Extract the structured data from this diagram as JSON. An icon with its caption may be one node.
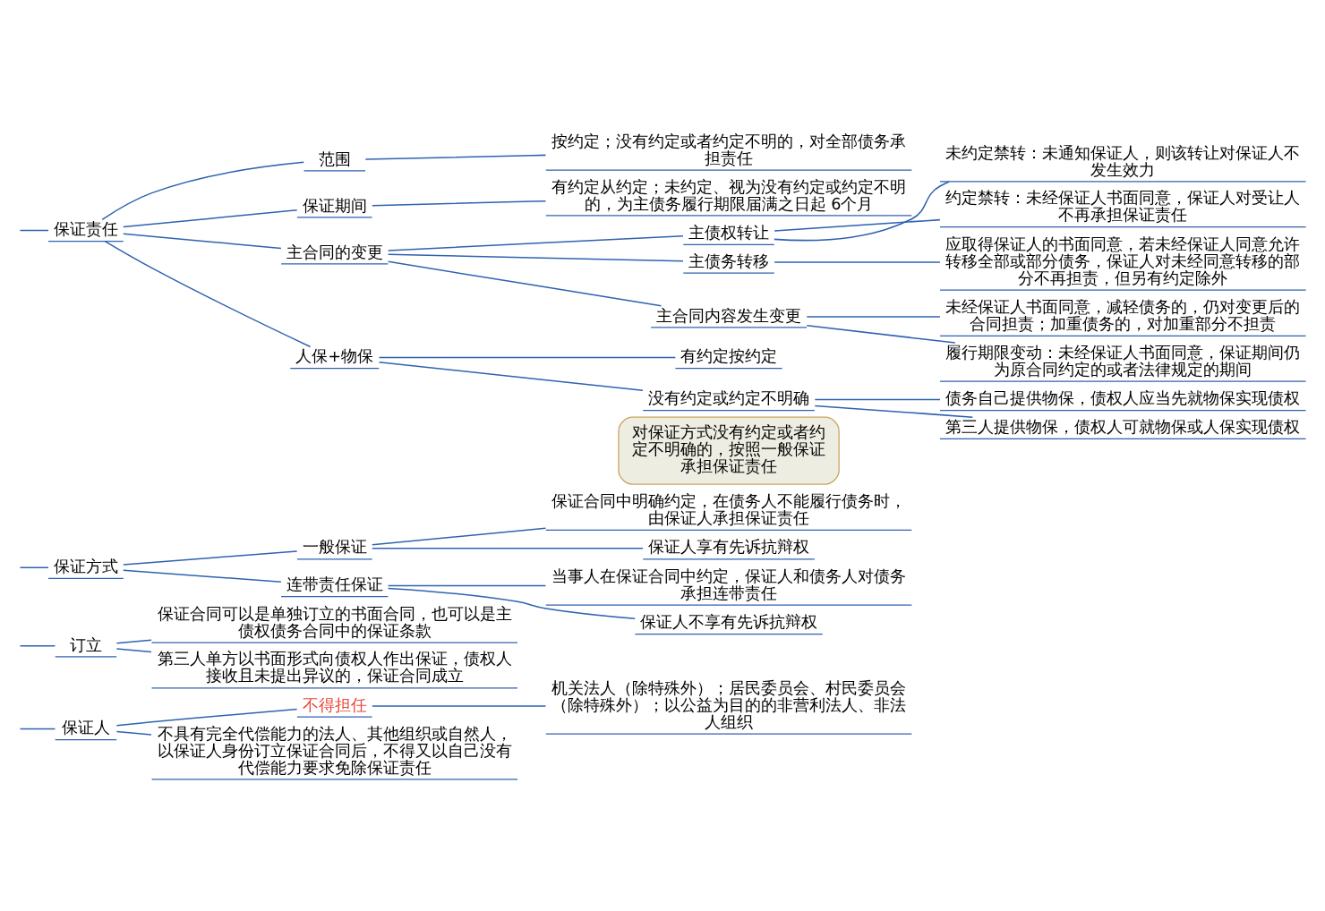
{
  "diagram": {
    "nodes": [
      {
        "text": [
          "保证人"
        ]
      },
      {
        "text": [
          "不得担任"
        ]
      },
      {
        "text": [
          "机关法人（除特殊外）；居民委员会、村民委员会（除特殊外）；以公益为目的的非营利法人、非法人组织"
        ]
      },
      {
        "text": [
          "不具有完全代偿能力的法人、其他组织或自然人，以保证人身份订立保证合同后，不得又以自己没有代偿能力要求免除保证责任"
        ]
      },
      {
        "text": [
          "订立"
        ]
      },
      {
        "text": [
          "保证合同可以是单独订立的书面合同，也可以是主债权债务合同中的保证条款"
        ]
      },
      {
        "text": [
          "第三人单方以书面形式向债权人作出保证，债权人接收且未提出异议的，保证合同成立"
        ]
      },
      {
        "text": [
          "保证方式"
        ]
      },
      {
        "text": [
          "一般保证"
        ]
      },
      {
        "text": [
          "保证合同中明确约定，在债务人不能履行债务时，由保证人承担保证责任"
        ]
      },
      {
        "text": [
          "保证人享有先诉抗辩权"
        ]
      },
      {
        "text": [
          "连带责任保证"
        ]
      },
      {
        "text": [
          "当事人在保证合同中约定，保证人和债务人对债务承担连带责任"
        ]
      },
      {
        "text": [
          "保证人不享有先诉抗辩权"
        ]
      },
      {
        "text": [
          "对保证方式没有约定或者约定不明确的，按照一般保证承担保证责任"
        ]
      },
      {
        "text": [
          "保证责任"
        ]
      },
      {
        "text": [
          "范围"
        ]
      },
      {
        "text": [
          "按约定；没有约定或者约定不明的，对全部债务承担责任"
        ]
      },
      {
        "text": [
          "保证期间"
        ]
      },
      {
        "text": [
          "有约定从约定；未约定、视为没有约定或约定不明的，为主债务履行期限届满之日起 6个月"
        ]
      },
      {
        "text": [
          "主合同的变更"
        ]
      },
      {
        "text": [
          "主债权转让"
        ]
      },
      {
        "text": [
          "未约定禁转：未通知保证人，则该转让对保证人不发生效力"
        ]
      },
      {
        "text": [
          "约定禁转：未经保证人书面同意，保证人对受让人不再承担保证责任"
        ]
      },
      {
        "text": [
          "主债务转移"
        ]
      },
      {
        "text": [
          "应取得保证人的书面同意，若未经保证人同意允许转移全部或部分债务，保证人对未经同意转移的部分不再担责，但另有约定除外"
        ]
      },
      {
        "text": [
          "主合同内容发生变更"
        ]
      },
      {
        "text": [
          "未经保证人书面同意，减轻债务的，仍对变更后的合同担责；加重债务的，对加重部分不担责"
        ]
      },
      {
        "text": [
          "履行期限变动：未经保证人书面同意，保证期间仍为原合同约定的或者法律规定的期间"
        ]
      },
      {
        "text": [
          "人保+物保"
        ]
      },
      {
        "text": [
          "有约定按约定"
        ]
      },
      {
        "text": [
          "没有约定或约定不明确"
        ]
      },
      {
        "text": [
          "债务自己提供物保，债权人应当先就物保实现债权"
        ]
      },
      {
        "text": [
          "第三人提供物保，债权人可就物保或人保实现债权"
        ]
      }
    ],
    "edges": [
      {
        "from": null,
        "to": 0,
        "arrow": "none"
      },
      {
        "from": null,
        "to": 4,
        "arrow": "none"
      },
      {
        "from": null,
        "to": 7,
        "arrow": "none"
      },
      {
        "from": null,
        "to": 15,
        "arrow": "none"
      },
      {
        "from": 0,
        "to": 1,
        "arrow": "none"
      },
      {
        "from": 1,
        "to": 2,
        "arrow": "none"
      },
      {
        "from": 0,
        "to": 3,
        "arrow": "none"
      },
      {
        "from": 4,
        "to": 5,
        "arrow": "none"
      },
      {
        "from": 4,
        "to": 6,
        "arrow": "none"
      },
      {
        "from": 7,
        "to": 8,
        "arrow": "none"
      },
      {
        "from": 8,
        "to": 9,
        "arrow": "none"
      },
      {
        "from": 8,
        "to": 10,
        "arrow": "none"
      },
      {
        "from": 7,
        "to": 11,
        "arrow": "none"
      },
      {
        "from": 11,
        "to": 12,
        "arrow": "none"
      },
      {
        "from": 11,
        "to": 13,
        "arrow": "none"
      },
      {
        "from": 15,
        "to": 16,
        "arrow": "none"
      },
      {
        "from": 16,
        "to": 17,
        "arrow": "none"
      },
      {
        "from": 15,
        "to": 18,
        "arrow": "none"
      },
      {
        "from": 18,
        "to": 19,
        "arrow": "none"
      },
      {
        "from": 15,
        "to": 20,
        "arrow": "none"
      },
      {
        "from": 20,
        "to": 21,
        "arrow": "none"
      },
      {
        "from": 21,
        "to": 22,
        "arrow": "none"
      },
      {
        "from": 21,
        "to": 23,
        "arrow": "none"
      },
      {
        "from": 20,
        "to": 24,
        "arrow": "none"
      },
      {
        "from": 24,
        "to": 25,
        "arrow": "none"
      },
      {
        "from": 20,
        "to": 26,
        "arrow": "none"
      },
      {
        "from": 26,
        "to": 27,
        "arrow": "none"
      },
      {
        "from": 26,
        "to": 28,
        "arrow": "none"
      },
      {
        "from": 15,
        "to": 29,
        "arrow": "none"
      },
      {
        "from": 29,
        "to": 30,
        "arrow": "none"
      },
      {
        "from": 29,
        "to": 31,
        "arrow": "none"
      },
      {
        "from": 31,
        "to": 32,
        "arrow": "none"
      },
      {
        "from": 31,
        "to": 33,
        "arrow": "none"
      }
    ]
  }
}
